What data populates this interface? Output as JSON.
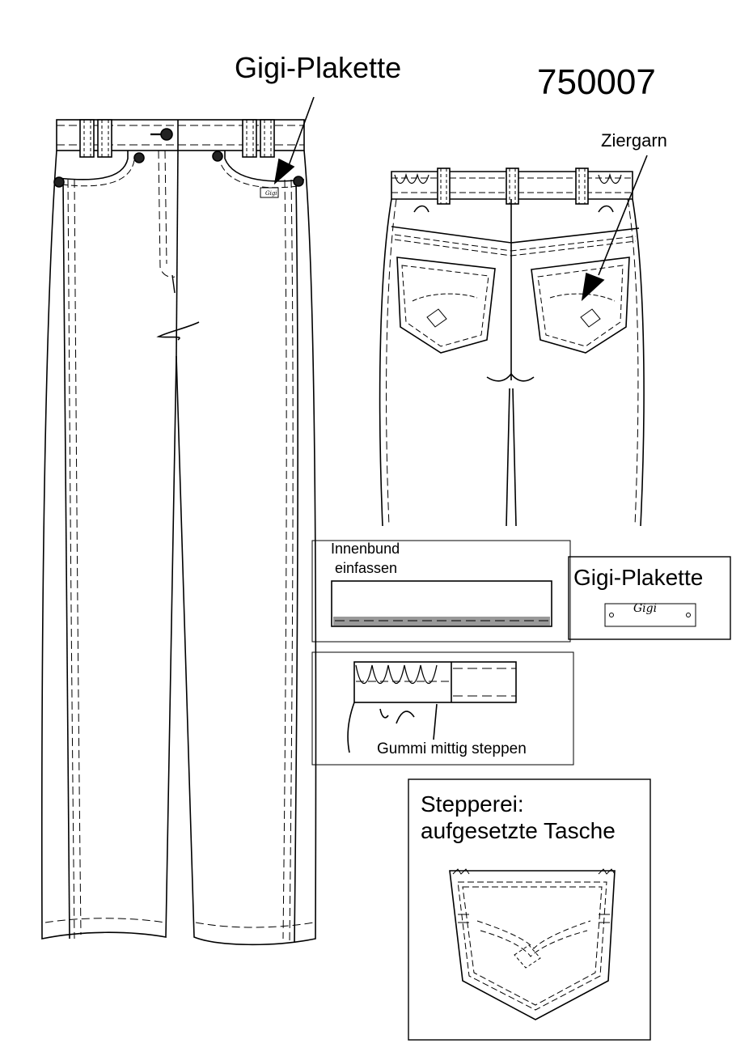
{
  "labels": {
    "plakette_top": "Gigi-Plakette",
    "style_number": "750007",
    "ziergarn": "Ziergarn",
    "innenbund_line1": "Innenbund",
    "innenbund_line2": "einfassen",
    "plakette_box": "Gigi-Plakette",
    "badge_text": "Gigi",
    "gummi": "Gummi mittig steppen",
    "stepperei_line1": "Stepperei:",
    "stepperei_line2": "aufgesetzte Tasche"
  }
}
